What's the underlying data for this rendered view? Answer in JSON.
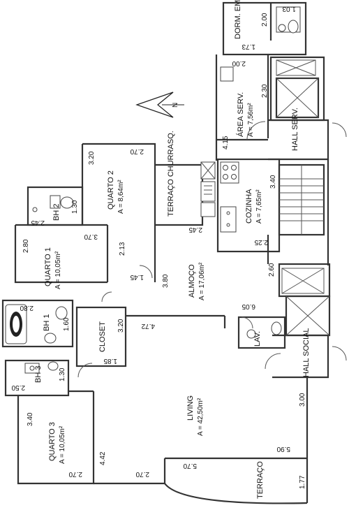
{
  "compass": {
    "label": "N"
  },
  "rooms": {
    "dorm_empr": "DORM. EMPR.",
    "area_serv": "ÁREA SERV.",
    "area_serv_area": "A = 7,56m²",
    "hall_serv": "HALL SERV.",
    "cozinha": "COZINHA",
    "cozinha_area": "A = 7,65m²",
    "terraco_churrasq": "TERRAÇO CHURRASQ.",
    "quarto2": "QUARTO 2",
    "quarto2_area": "A = 8,64m²",
    "quarto1": "QUARTO 1",
    "quarto1_area": "A = 10,05m²",
    "almoco": "ALMOÇO",
    "almoco_area": "A = 17,06m²",
    "bh2": "BH 2",
    "bh1": "BH 1",
    "closet": "CLOSET",
    "lav": "LAV.",
    "hall_social": "HALL SOCIAL",
    "living": "LIVING",
    "living_area": "A = 42,50m²",
    "bh3": "BH 3",
    "quarto3": "QUARTO 3",
    "quarto3_area": "A = 10,05m²",
    "terraco": "TERRAÇO"
  },
  "dimensions": {
    "d_103": "1.03",
    "d_200_dorm": "2.00",
    "d_173": "1.73",
    "d_200_serv": "2.00",
    "d_230": "2.30",
    "d_415": "4.15",
    "d_340": "3.40",
    "d_320_q2": "3.20",
    "d_270_q2": "2.70",
    "d_130_bh2": "1.30",
    "d_245_bh2": "2.45",
    "d_245_terr": "2.45",
    "d_225": "2.25",
    "d_370": "3.70",
    "d_213": "2.13",
    "d_280_q1": "2.80",
    "d_145": "1.45",
    "d_380": "3.80",
    "d_260": "2.60",
    "d_605": "6.05",
    "d_280_bh1": "2.80",
    "d_160": "1.60",
    "d_320_closet": "3.20",
    "d_472": "4.72",
    "d_185": "1.85",
    "d_130_bh3": "1.30",
    "d_250": "2.50",
    "d_300": "3.00",
    "d_340_q3": "3.40",
    "d_590": "5.90",
    "d_442": "4.42",
    "d_570": "5.70",
    "d_270_q3": "2.70",
    "d_270_liv": "2.70",
    "d_177": "1.77"
  }
}
